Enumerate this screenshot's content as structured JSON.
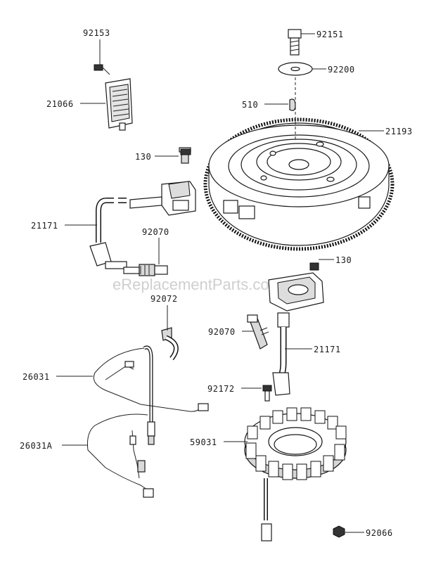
{
  "watermark": "eReplacementParts.com",
  "labels": {
    "p92153": "92153",
    "p21066": "21066",
    "p92151": "92151",
    "p92200": "92200",
    "p510": "510",
    "p21193": "21193",
    "p130a": "130",
    "p21171a": "21171",
    "p92070a": "92070",
    "p92072": "92072",
    "p130b": "130",
    "p92070b": "92070",
    "p21171b": "21171",
    "p26031": "26031",
    "p92172": "92172",
    "p26031A": "26031A",
    "p59031": "59031",
    "p92066": "92066"
  }
}
